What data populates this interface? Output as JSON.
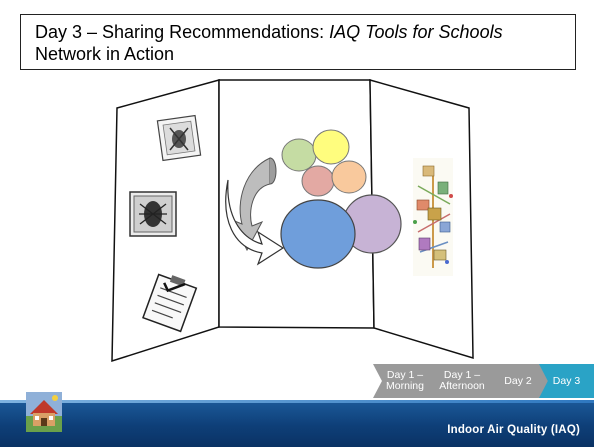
{
  "slide": {
    "title_prefix": "Day 3 – Sharing Recommendations: ",
    "title_italic": "IAQ Tools for Schools",
    "title_suffix": " Network in Action"
  },
  "timeline": {
    "steps": [
      {
        "line1": "Day 1 –",
        "line2": "Morning",
        "active": false
      },
      {
        "line1": "Day 1 –",
        "line2": "Afternoon",
        "active": false
      },
      {
        "line1": "Day 2",
        "line2": "",
        "active": false
      },
      {
        "line1": "Day 3",
        "line2": "",
        "active": true
      }
    ]
  },
  "footer": {
    "label": "Indoor Air Quality (IAQ)"
  },
  "board": {
    "left_panel_icons": [
      "bug-stamp-icon",
      "insect-badge-icon",
      "clipboard-checklist-icon"
    ],
    "center_panel": [
      "bubble-cluster-icon",
      "curved-arrow-icon"
    ],
    "right_panel": [
      "mind-map-image"
    ]
  },
  "colors": {
    "accent": "#2aa3c6",
    "inactive_step": "#9a9a9a",
    "footer": "#0e3f78"
  }
}
